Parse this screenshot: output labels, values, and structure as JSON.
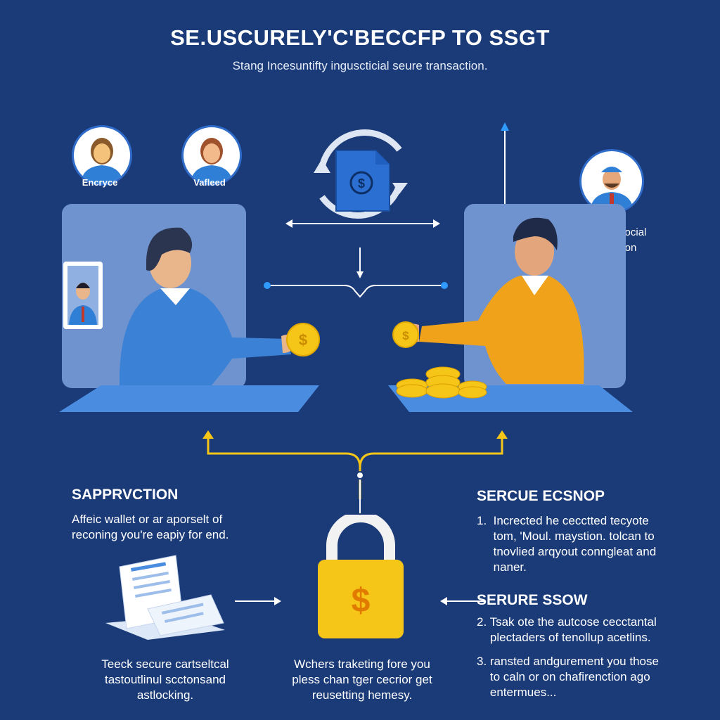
{
  "header": {
    "title": "SE.USCURELY'C'BECCFP TO SSGT",
    "subtitle": "Stang Incesuntifty inguscticial seure transaction."
  },
  "avatars": {
    "left_label": "Encryce",
    "middle_label": "Vafleed",
    "right_label": "Virtual cocial\nansetion"
  },
  "left_section": {
    "heading": "SAPPRVCTION",
    "text": "Affeic wallet or ar aporselt of\nreconing you're eapiy for end.",
    "caption": "Teeck secure cartseltcal\ntastoutlinul scctonsand\nastlocking."
  },
  "center_section": {
    "caption": "Wchers traketing fore you\npless chan tger cecrior get\nreusetting hemesy."
  },
  "right_section": {
    "heading_1": "SERCUE ECSNOP",
    "item_1": "1.  Incrected he cecctted tecyote\n     tom, 'Moul. maystion. tolcan to\n     tnovlied arqyout conngleat and\n     naner.",
    "heading_2": "SERURE SSOW",
    "item_2": "2. Tsak ote the autcose cecctantal\n    plectaders of tenollup acetlins.",
    "item_3": "3. ransted andgurement you those\n    to caln or on chafirenction ago\n    entermues..."
  },
  "colors": {
    "background": "#1a3a78",
    "panel": "#6f93cf",
    "accent_gold": "#f5c518",
    "accent_blue": "#2f6cc9",
    "shirt_orange": "#f0a21a"
  },
  "icons": {
    "cycle": "refresh-cycle-icon",
    "document": "dollar-document-icon",
    "lock": "padlock-dollar-icon",
    "coin": "dollar-coin-icon",
    "report": "report-papers-icon"
  }
}
